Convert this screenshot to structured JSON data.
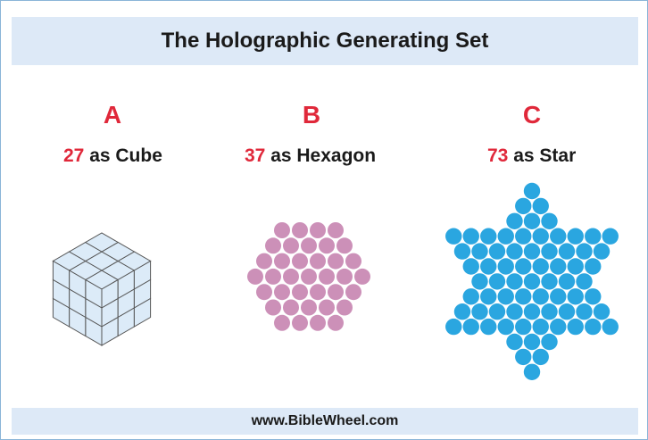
{
  "title": "The Holographic Generating Set",
  "panels": [
    {
      "letter": "A",
      "number": "27",
      "label": "as Cube"
    },
    {
      "letter": "B",
      "number": "37",
      "label": "as Hexagon"
    },
    {
      "letter": "C",
      "number": "73",
      "label": "as Star"
    }
  ],
  "footer": "www.BibleWheel.com",
  "colors": {
    "accent": "#e0283a",
    "band": "#dde9f7",
    "cube_face": "#dcebf8",
    "hex_circle": "#cc90b8",
    "star_circle": "#2aa6e0"
  }
}
